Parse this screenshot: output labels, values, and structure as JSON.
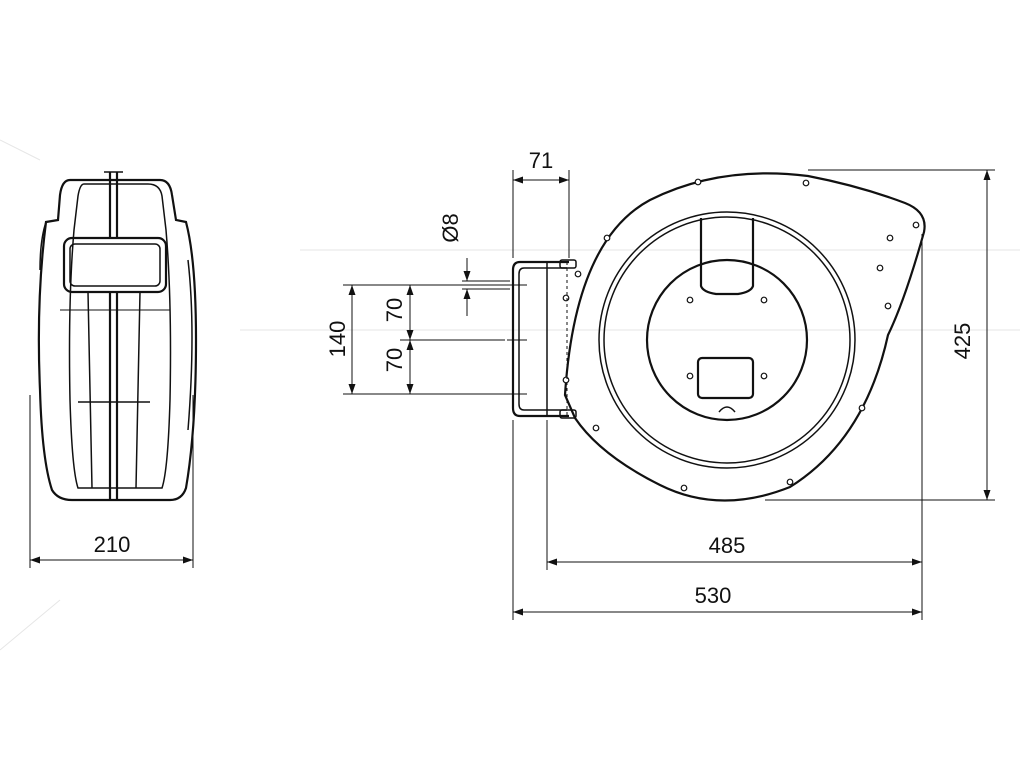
{
  "dimensions": {
    "side_width": "210",
    "bracket_depth": "71",
    "hole_diameter": "Ø8",
    "hole_span": "140",
    "hole_pitch_upper": "70",
    "hole_pitch_lower": "70",
    "height": "425",
    "body_width": "485",
    "overall_width": "530"
  }
}
